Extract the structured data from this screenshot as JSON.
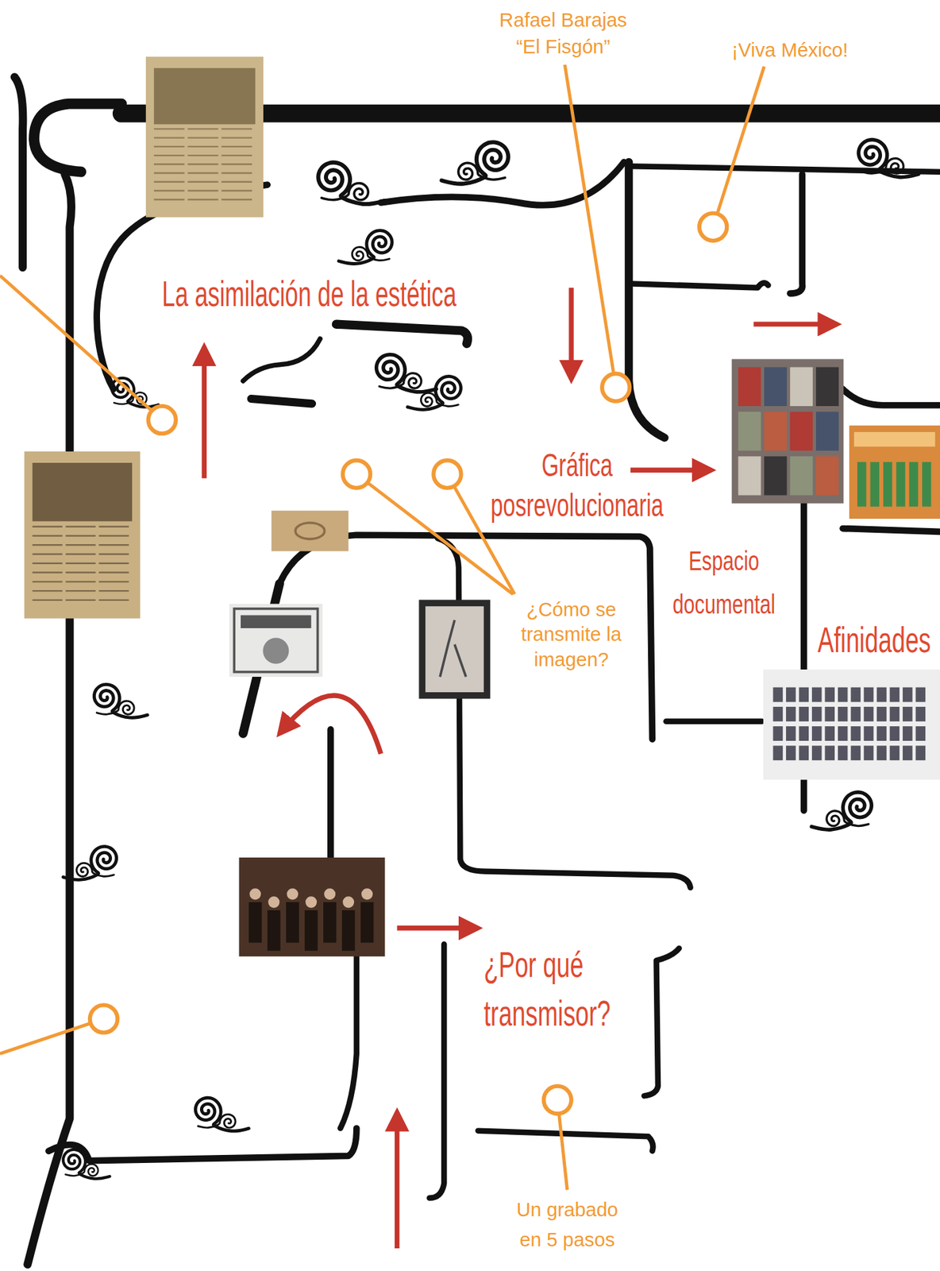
{
  "diagram": {
    "labels": [
      "Rafael Barajas “El Fisgón”",
      "¡Viva México!",
      "La asimilación de la estética",
      "Gráfica posrevolucionaria",
      "Espacio documental",
      "¿Cómo se transmite la imagen?",
      "Afinidades",
      "¿Por qué transmisor?",
      "Un grabado en 5 pasos"
    ]
  }
}
